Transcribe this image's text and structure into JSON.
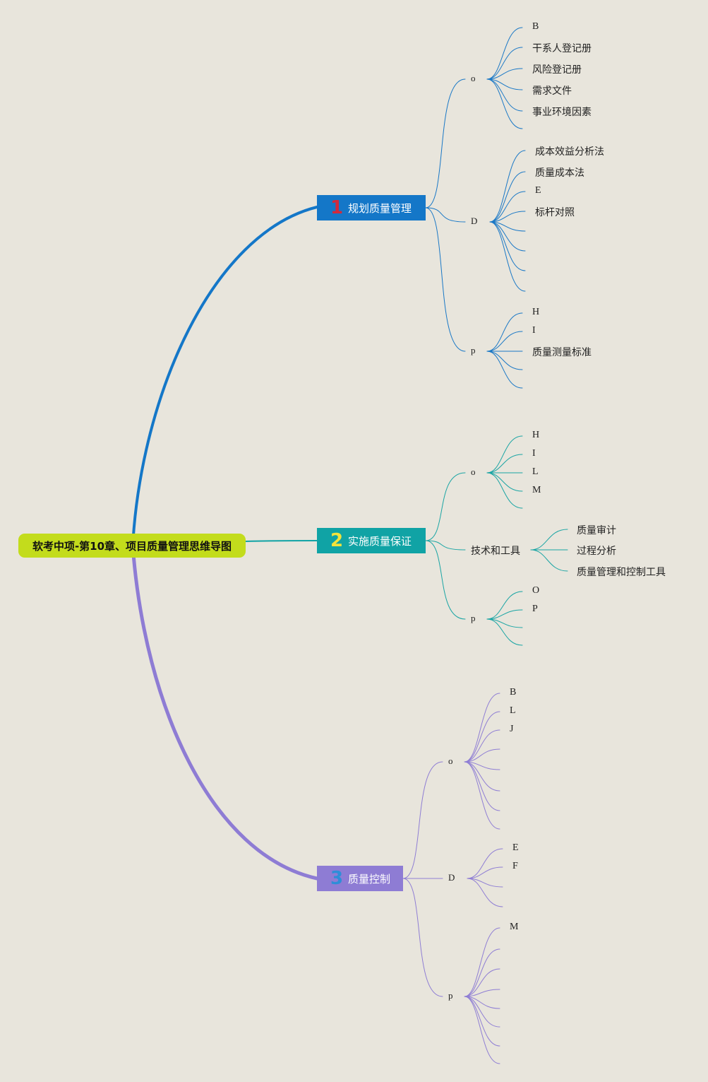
{
  "root": {
    "title": "软考中项-第10章、项目质量管理思维导图"
  },
  "branches": [
    {
      "number": "1",
      "label": "规划质量管理",
      "color": "#1477c8",
      "groups": [
        {
          "label": "o",
          "items": [
            "B",
            "干系人登记册",
            "风险登记册",
            "需求文件",
            "事业环境因素",
            ""
          ]
        },
        {
          "label": "D",
          "items": [
            "成本效益分析法",
            "质量成本法",
            "E",
            "标杆对照",
            "",
            "",
            "",
            ""
          ]
        },
        {
          "label": "p",
          "items": [
            "H",
            "I",
            "质量测量标准",
            "",
            ""
          ]
        }
      ]
    },
    {
      "number": "2",
      "label": "实施质量保证",
      "color": "#10a3a5",
      "groups": [
        {
          "label": "o",
          "items": [
            "H",
            "I",
            "L",
            "M",
            ""
          ]
        },
        {
          "label": "技术和工具",
          "items": [
            "质量审计",
            "过程分析",
            "质量管理和控制工具"
          ]
        },
        {
          "label": "p",
          "items": [
            "O",
            "P",
            "",
            ""
          ]
        }
      ]
    },
    {
      "number": "3",
      "label": "质量控制",
      "color": "#8e7cd4",
      "groups": [
        {
          "label": "o",
          "items": [
            "B",
            "L",
            "J",
            "",
            "",
            "",
            "",
            ""
          ]
        },
        {
          "label": "D",
          "items": [
            "E",
            "F",
            "",
            ""
          ]
        },
        {
          "label": "p",
          "items": [
            "M",
            "",
            "",
            "",
            "",
            "",
            "",
            ""
          ]
        }
      ]
    }
  ],
  "colors": {
    "background": "#e8e5dc",
    "root": "#c3dc1c"
  }
}
